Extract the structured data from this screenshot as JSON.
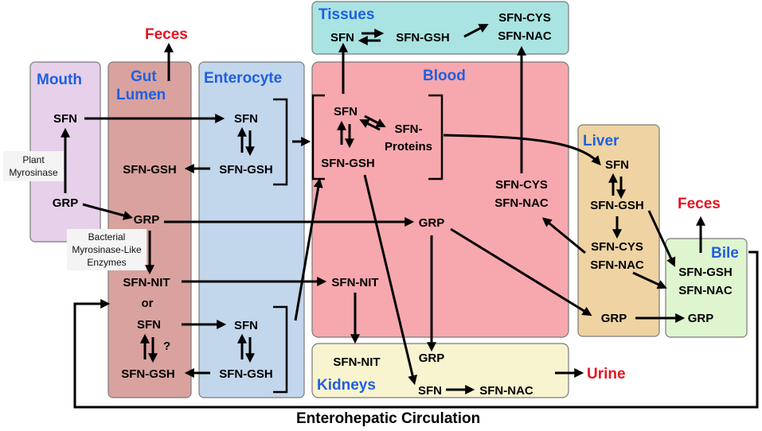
{
  "compartments": {
    "mouth": {
      "label": "Mouth",
      "sfn": "SFN",
      "grp": "GRP",
      "enzyme": [
        "Plant",
        "Myrosinase"
      ]
    },
    "gut_lumen": {
      "label": [
        "Gut",
        "Lumen"
      ],
      "sfn_gsh_top": "SFN-GSH",
      "grp": "GRP",
      "enzyme": [
        "Bacterial",
        "Myrosinase-Like",
        "Enzymes"
      ],
      "sfn_nit": "SFN-NIT",
      "or": "or",
      "sfn": "SFN",
      "question": "?",
      "sfn_gsh_bottom": "SFN-GSH"
    },
    "enterocyte": {
      "label": "Enterocyte",
      "sfn_top": "SFN",
      "sfn_gsh_top": "SFN-GSH",
      "sfn_bottom": "SFN",
      "sfn_gsh_bottom": "SFN-GSH"
    },
    "blood": {
      "label": "Blood",
      "sfn": "SFN",
      "sfn_proteins": [
        "SFN-",
        "Proteins"
      ],
      "sfn_gsh": "SFN-GSH",
      "sfn_cys": "SFN-CYS",
      "sfn_nac": "SFN-NAC",
      "grp": "GRP",
      "sfn_nit": "SFN-NIT"
    },
    "tissues": {
      "label": "Tissues",
      "sfn": "SFN",
      "sfn_gsh": "SFN-GSH",
      "sfn_cys": "SFN-CYS",
      "sfn_nac": "SFN-NAC"
    },
    "liver": {
      "label": "Liver",
      "sfn": "SFN",
      "sfn_gsh": "SFN-GSH",
      "sfn_cys": "SFN-CYS",
      "sfn_nac": "SFN-NAC",
      "grp": "GRP"
    },
    "bile": {
      "label": "Bile",
      "sfn_gsh": "SFN-GSH",
      "sfn_nac": "SFN-NAC",
      "grp": "GRP"
    },
    "kidneys": {
      "label": "Kidneys",
      "sfn_nit": "SFN-NIT",
      "grp": "GRP",
      "sfn": "SFN",
      "sfn_nac": "SFN-NAC"
    }
  },
  "outputs": {
    "feces_gut": "Feces",
    "feces_bile": "Feces",
    "urine": "Urine"
  },
  "footer": "Enterohepatic Circulation",
  "colors": {
    "mouth": "#e6d0ea",
    "gut_lumen": "#d9a29e",
    "enterocyte": "#c2d6ec",
    "blood": "#f7a8ae",
    "tissues": "#a9e3e2",
    "liver": "#efd3a2",
    "bile": "#def5cf",
    "kidneys": "#f8f4cf",
    "header": "#1f5fe0",
    "output": "#e8121f"
  }
}
